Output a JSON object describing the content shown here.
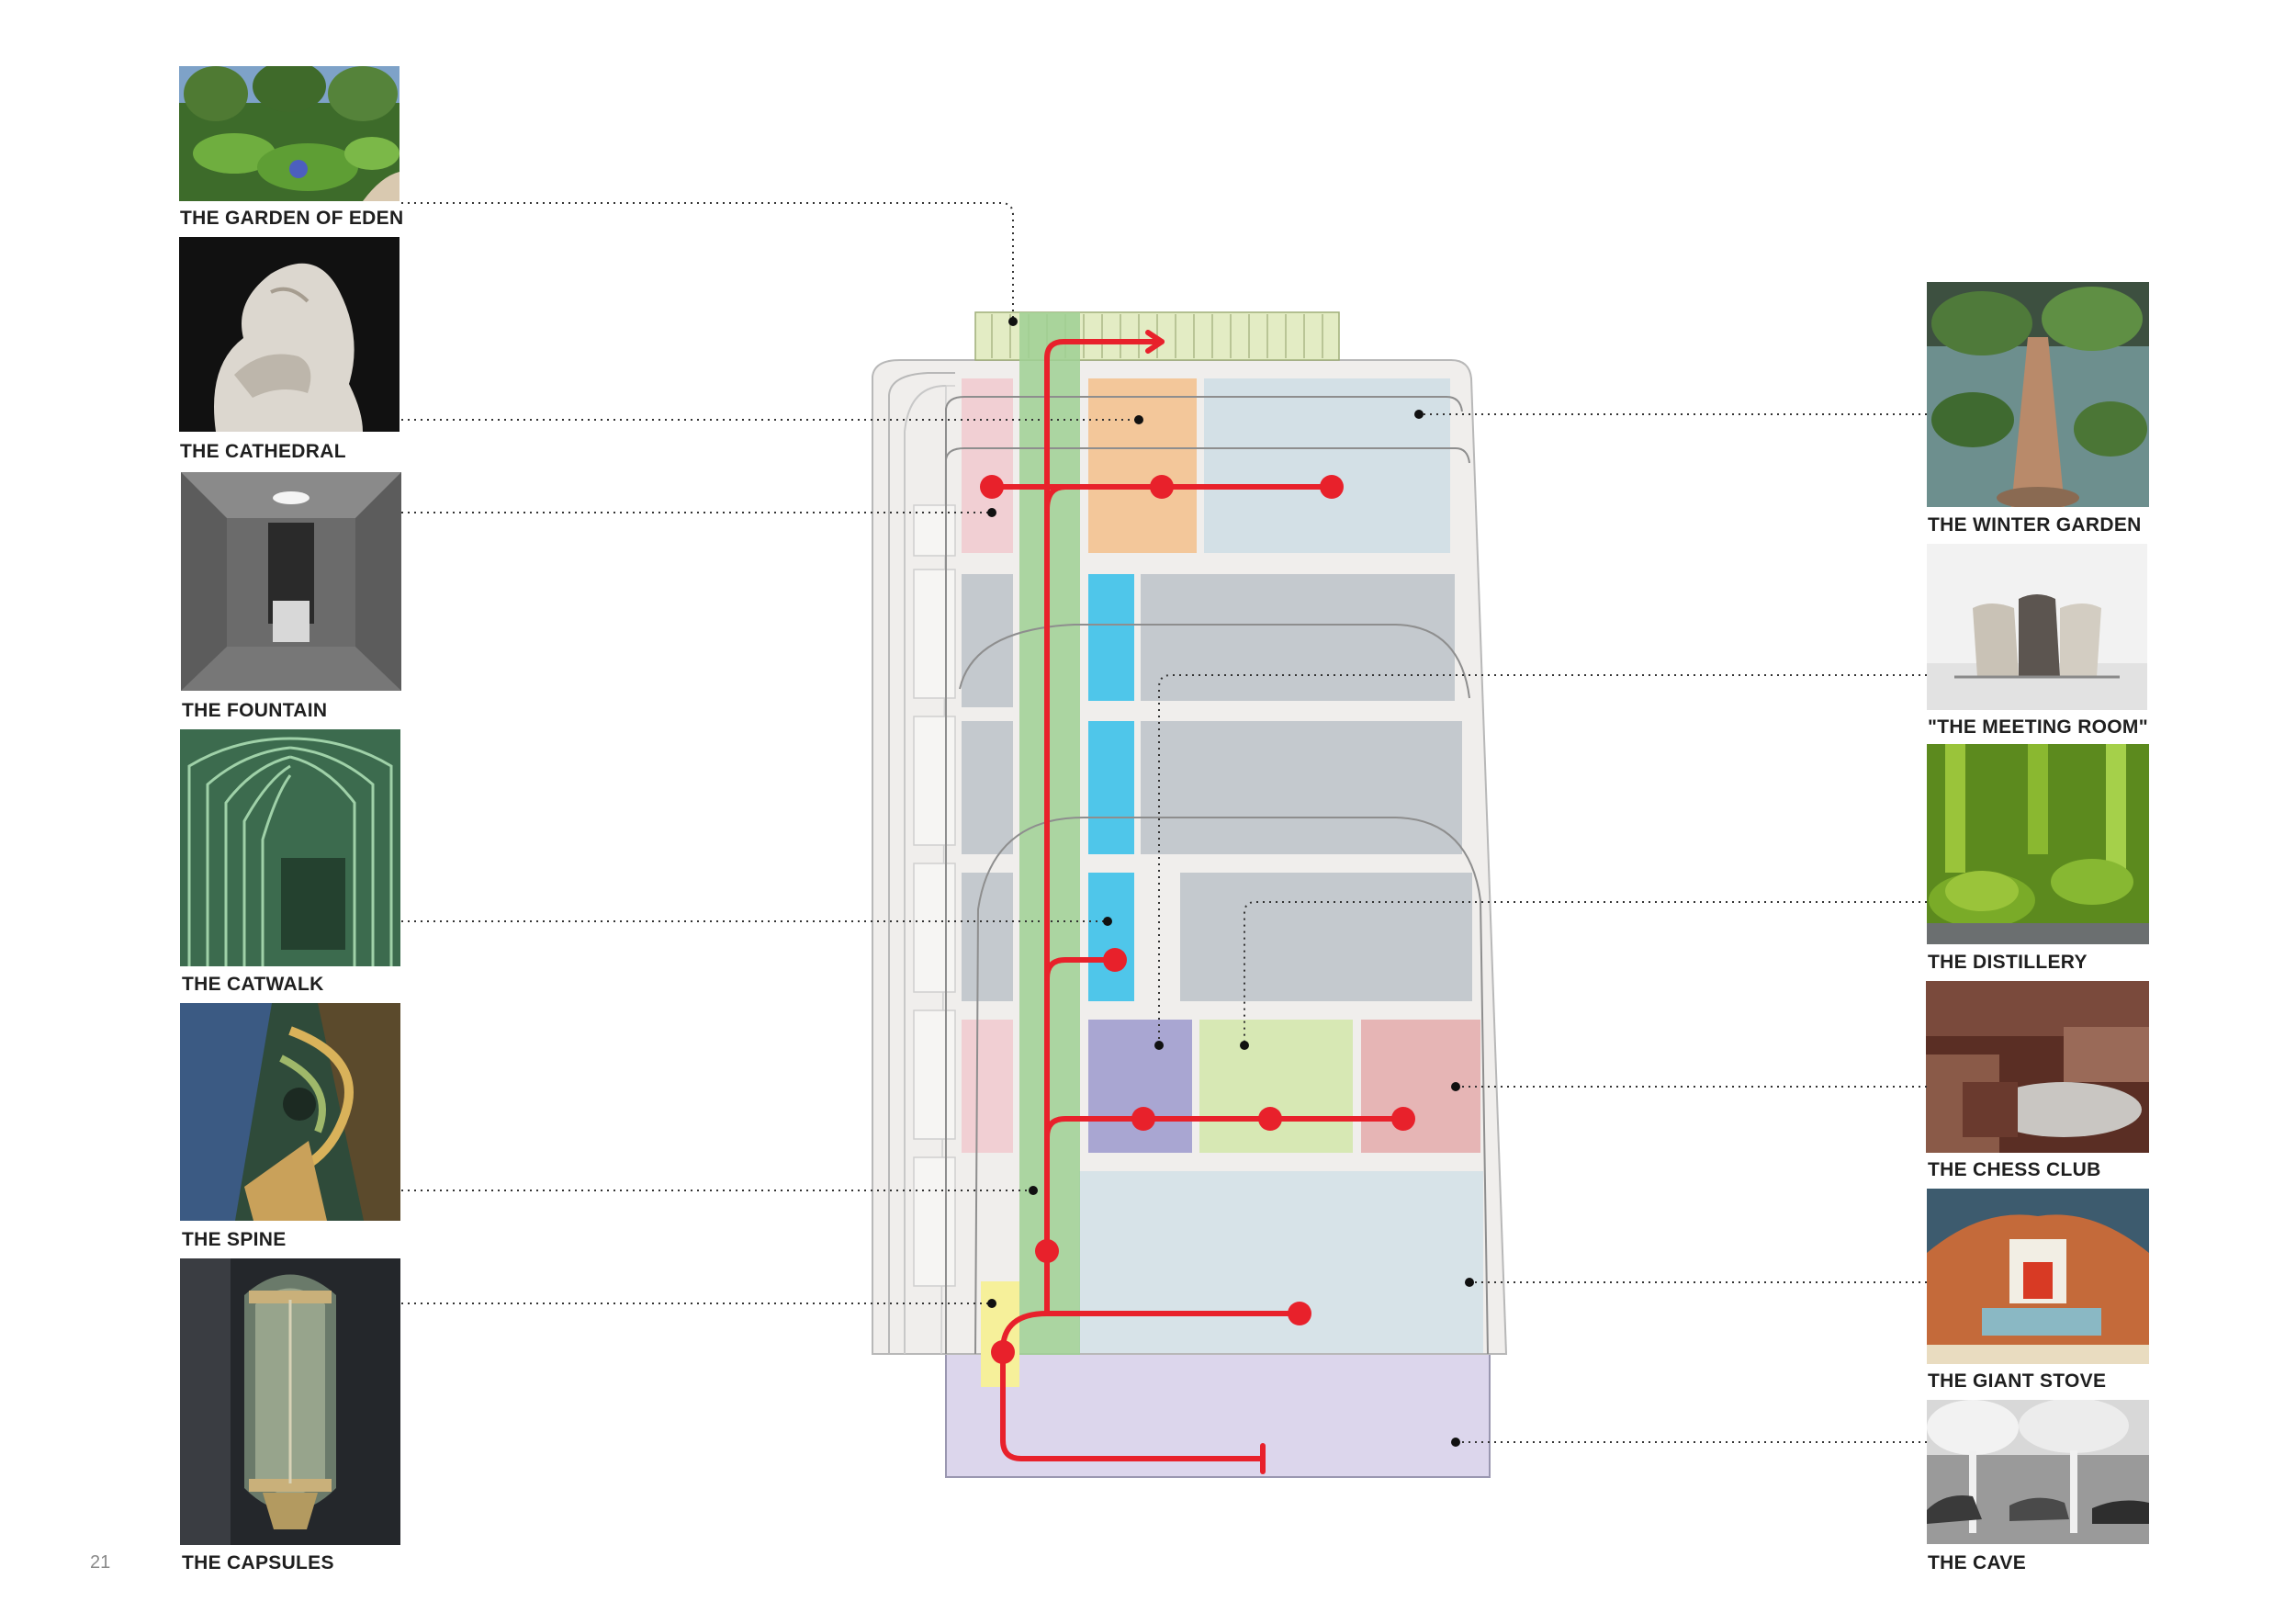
{
  "page_number": "21",
  "left_items": [
    {
      "label": "THE GARDEN OF EDEN",
      "image": "topiary-garden-photo"
    },
    {
      "label": "THE CATHEDRAL",
      "image": "marble-sculpture-photo"
    },
    {
      "label": "THE FOUNTAIN",
      "image": "grey-room-skylight-photo"
    },
    {
      "label": "THE CATWALK",
      "image": "green-ribbed-corridor-photo"
    },
    {
      "label": "THE SPINE",
      "image": "spiral-staircase-painting"
    },
    {
      "label": "THE CAPSULES",
      "image": "glass-elevator-capsule-photo"
    }
  ],
  "right_items": [
    {
      "label": "THE WINTER GARDEN",
      "image": "water-garden-walkway-photo"
    },
    {
      "label": "\"THE MEETING ROOM\"",
      "image": "fur-chairs-installation-photo"
    },
    {
      "label": "THE DISTILLERY",
      "image": "green-copper-stills-photo"
    },
    {
      "label": "THE CHESS CLUB",
      "image": "lounge-interior-photo"
    },
    {
      "label": "THE GIANT STOVE",
      "image": "fireplace-stage-set-painting"
    },
    {
      "label": "THE CAVE",
      "image": "parking-garage-mushroom-columns-photo"
    }
  ],
  "colors": {
    "route": "#e8212b",
    "spine": "#9fd094",
    "lift": "#4fc6ea",
    "basement": "#dcd6ec",
    "floor_grey": "#c4c9ce",
    "orange_room": "#f3c79a",
    "pink_room": "#f1cfd3",
    "violet_room": "#a9a6d2",
    "lime_room": "#d7e8b4",
    "rose_room": "#e6b5b5",
    "pale_blue": "#d3e0e6",
    "capsule_yellow": "#f6f09a",
    "roof_garden": "#e3ecc4"
  }
}
